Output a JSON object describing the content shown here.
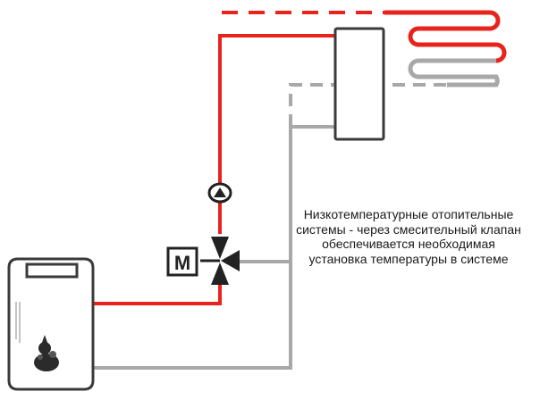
{
  "motor_label": "M",
  "description": {
    "lines": [
      "Низкотемпературные отопительные",
      "системы - через смесительный клапан",
      "обеспечивается необходимая",
      "установка температуры в системе"
    ]
  },
  "colors": {
    "supply": "#e8231c",
    "return": "#a8a8a8",
    "outline": "#3a3a3a",
    "equipment": "#222222"
  }
}
